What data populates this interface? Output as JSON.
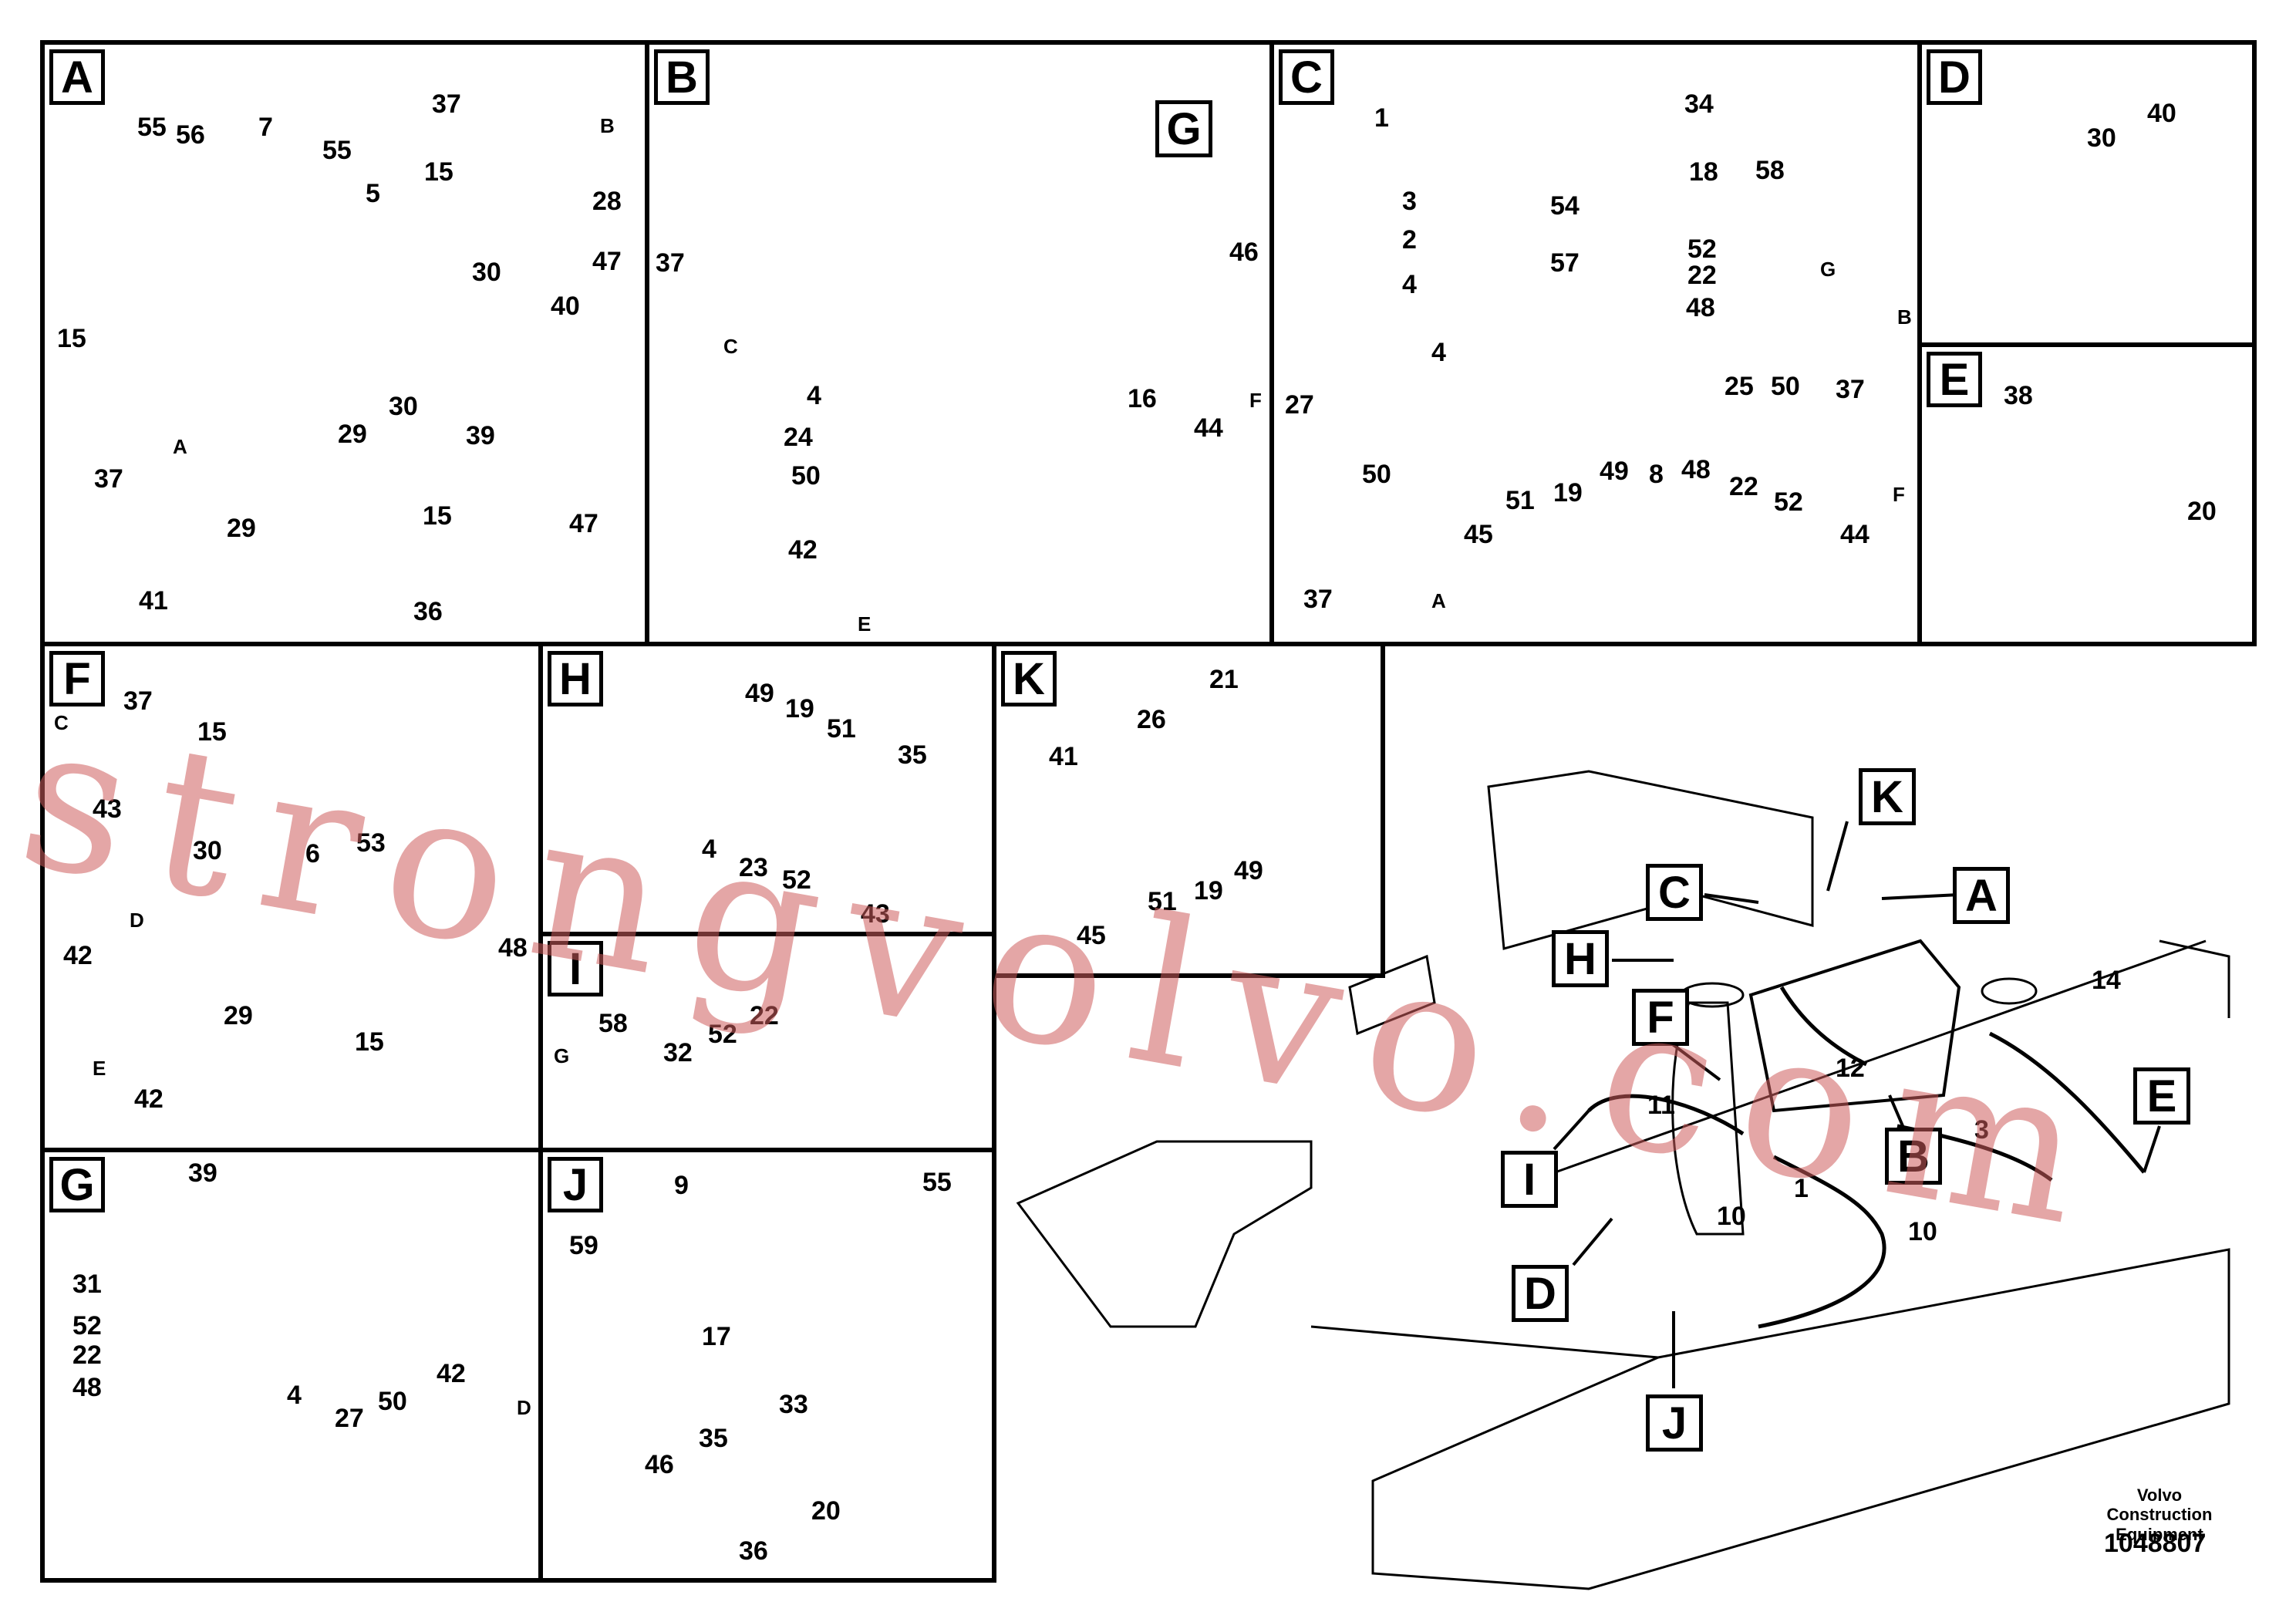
{
  "panels": {
    "A": {
      "letter": "A",
      "labels": [
        "55",
        "56",
        "7",
        "55",
        "5",
        "15",
        "37",
        "B",
        "28",
        "47",
        "30",
        "40",
        "15",
        "A",
        "37",
        "30",
        "39",
        "29",
        "15",
        "47",
        "29",
        "41",
        "36"
      ]
    },
    "B": {
      "letter": "B",
      "labels": [
        "G",
        "37",
        "C",
        "46",
        "4",
        "16",
        "44",
        "F",
        "24",
        "50",
        "42",
        "E"
      ]
    },
    "C": {
      "letter": "C",
      "labels": [
        "1",
        "34",
        "3",
        "18",
        "58",
        "54",
        "2",
        "52",
        "G",
        "4",
        "57",
        "22",
        "48",
        "B",
        "4",
        "25",
        "50",
        "37",
        "27",
        "50",
        "8",
        "48",
        "22",
        "52",
        "51",
        "19",
        "49",
        "F",
        "45",
        "37",
        "A",
        "44"
      ]
    },
    "D": {
      "letter": "D",
      "labels": [
        "30",
        "40"
      ]
    },
    "E": {
      "letter": "E",
      "labels": [
        "38",
        "20"
      ]
    },
    "F": {
      "letter": "F",
      "labels": [
        "C",
        "37",
        "15",
        "43",
        "30",
        "6",
        "53",
        "D",
        "42",
        "48",
        "29",
        "42",
        "E",
        "15"
      ]
    },
    "G": {
      "letter": "G",
      "labels": [
        "39",
        "31",
        "52",
        "22",
        "48",
        "4",
        "27",
        "50",
        "42",
        "D"
      ]
    },
    "H": {
      "letter": "H",
      "labels": [
        "49",
        "19",
        "51",
        "35",
        "4",
        "23",
        "52",
        "43"
      ]
    },
    "I": {
      "letter": "I",
      "labels": [
        "58",
        "G",
        "32",
        "52",
        "22"
      ]
    },
    "J": {
      "letter": "J",
      "labels": [
        "9",
        "55",
        "59",
        "17",
        "33",
        "35",
        "46",
        "20",
        "36"
      ]
    },
    "K": {
      "letter": "K",
      "labels": [
        "21",
        "26",
        "41",
        "45",
        "51",
        "19",
        "49"
      ]
    }
  },
  "overview": {
    "callouts": [
      "K",
      "C",
      "A",
      "H",
      "F",
      "I",
      "B",
      "E",
      "D",
      "J"
    ],
    "numbers": [
      "14",
      "12",
      "11",
      "10",
      "10",
      "1",
      "3"
    ]
  },
  "footer": {
    "brand": "Volvo Construction Equipment",
    "doc_number": "1048807"
  },
  "watermark": "strongvolvo.com"
}
